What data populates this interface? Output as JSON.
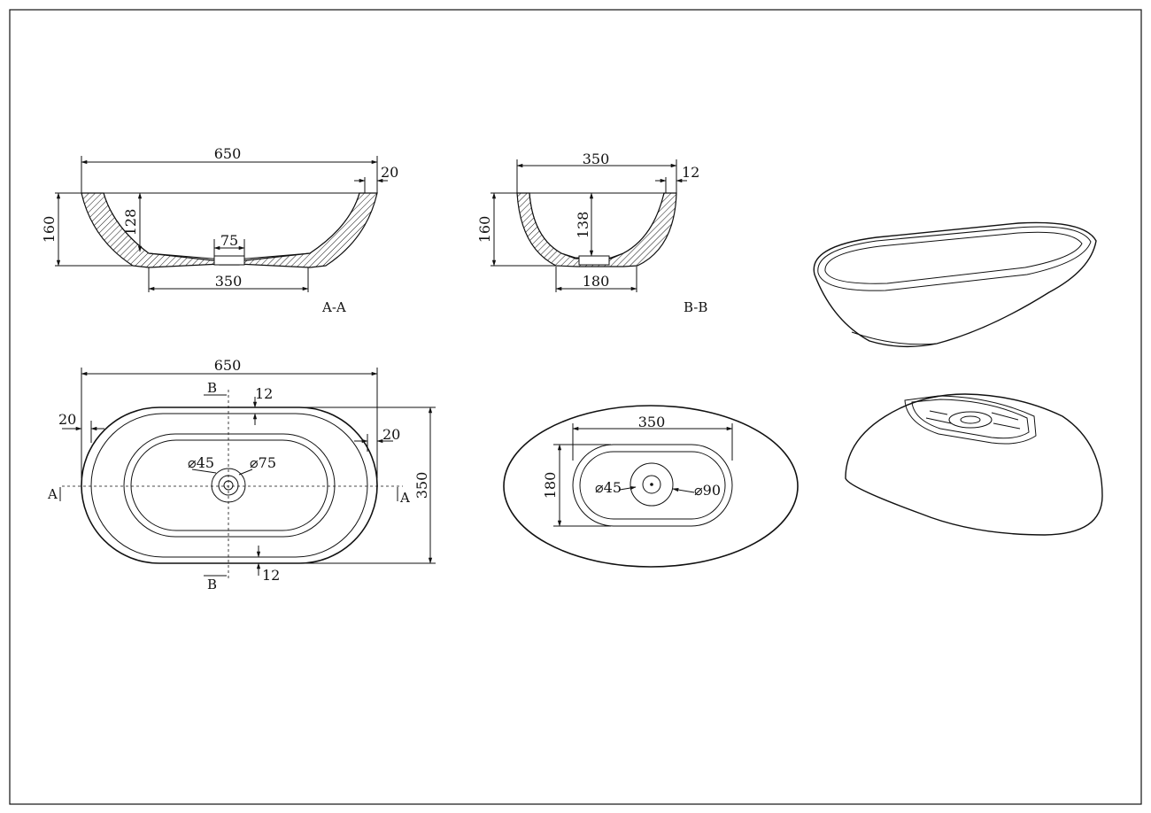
{
  "section_aa": {
    "label": "A-A",
    "overall_length": "650",
    "rim_thickness": "20",
    "height": "160",
    "inner_depth": "128",
    "drain_diameter": "75",
    "base_length": "350"
  },
  "section_bb": {
    "label": "B-B",
    "overall_width": "350",
    "rim_thickness": "12",
    "height": "160",
    "inner_depth": "138",
    "base_width": "180"
  },
  "top_view": {
    "overall_length": "650",
    "overall_width": "350",
    "rim_left": "20",
    "rim_right": "20",
    "rim_top": "12",
    "rim_bottom": "12",
    "drain_inner": "⌀45",
    "drain_outer": "⌀75",
    "section_b_top": "B",
    "section_b_bottom": "B",
    "section_a_left": "A",
    "section_a_right": "A"
  },
  "bottom_view": {
    "base_length": "350",
    "base_width": "180",
    "drain_inner": "⌀45",
    "drain_outer": "⌀90"
  }
}
